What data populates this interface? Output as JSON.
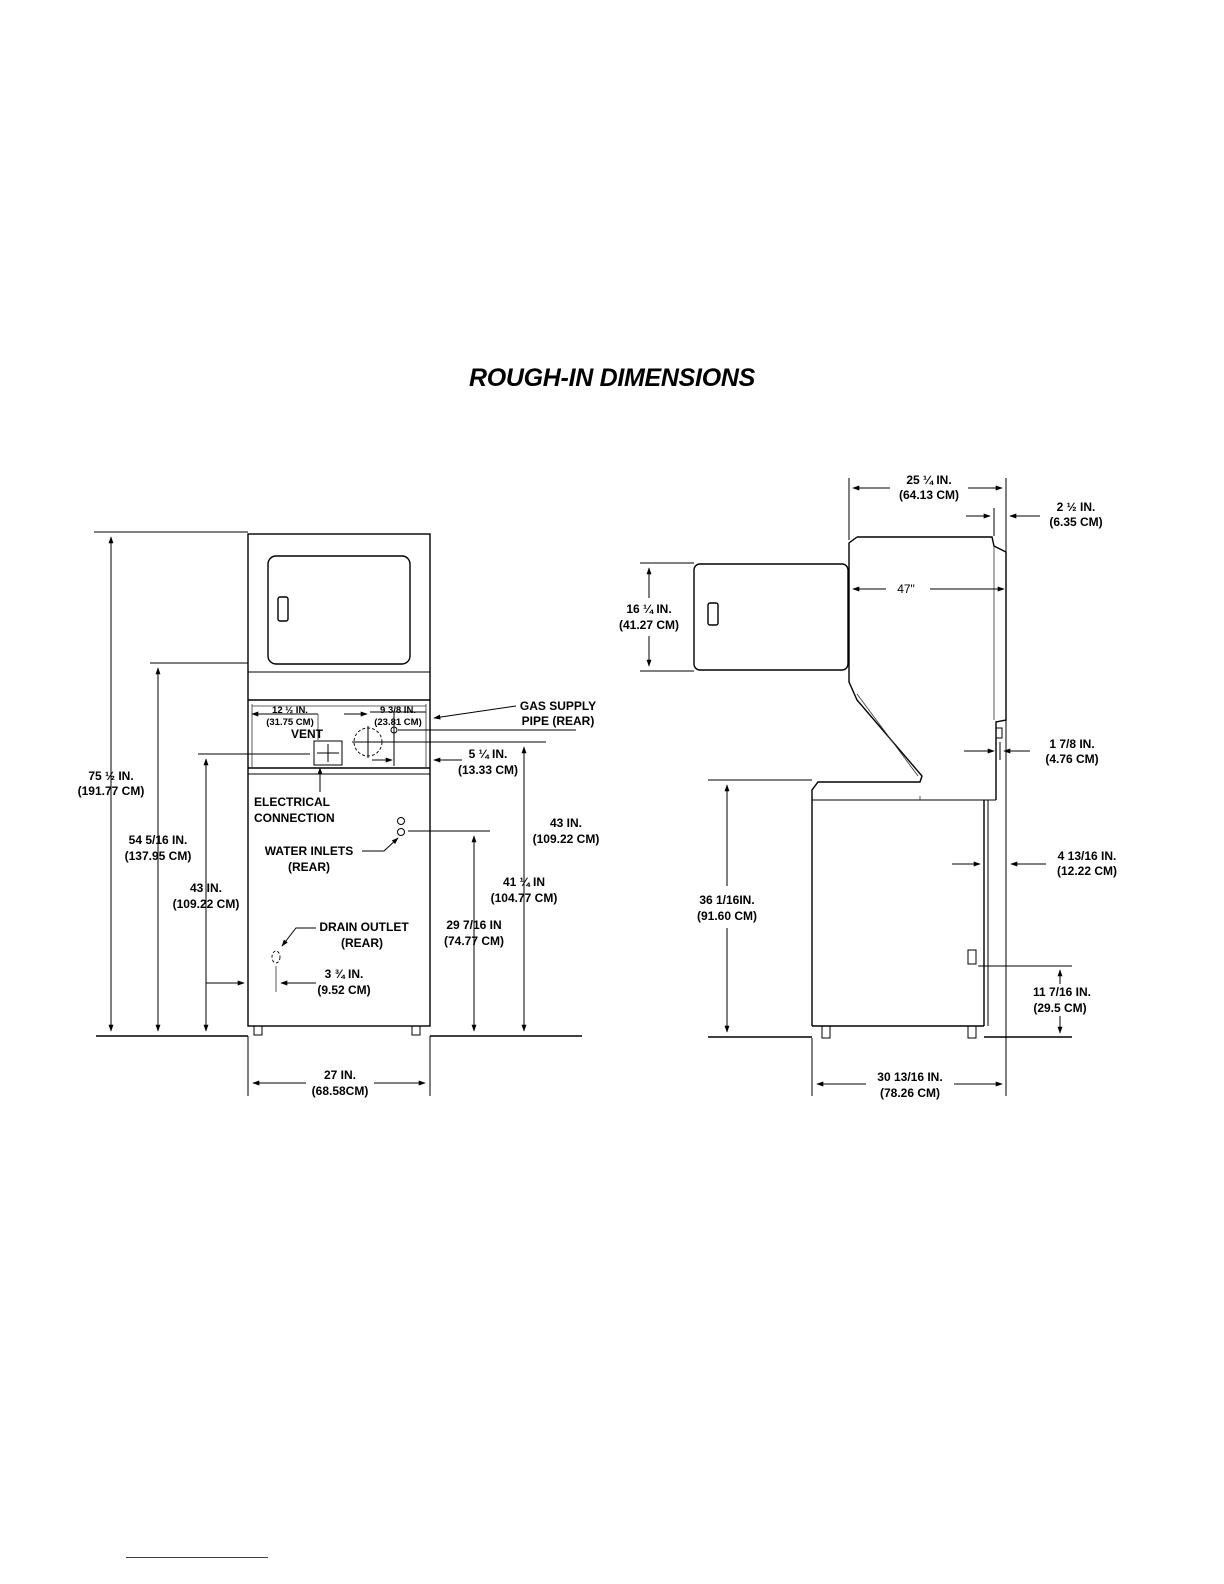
{
  "title": "ROUGH-IN DIMENSIONS",
  "front_view": {
    "overall_height": {
      "in": "75 ½ IN.",
      "cm": "(191.77 CM)"
    },
    "washer_top_height": {
      "in": "54 5/16 IN.",
      "cm": "(137.95 CM)"
    },
    "left_panel_height": {
      "in": "43 IN.",
      "cm": "(109.22 CM)"
    },
    "vent_offset": {
      "in": "12 ½ IN.",
      "cm": "(31.75 CM)"
    },
    "gas_offset": {
      "in": "9 3/8 IN.",
      "cm": "(23.81 CM)"
    },
    "vent_label": "VENT",
    "gas_supply": {
      "line1": "GAS SUPPLY",
      "line2": "PIPE (REAR)"
    },
    "vent_side": {
      "in": "5 ¼ IN.",
      "cm": "(13.33 CM)"
    },
    "electrical": {
      "line1": "ELECTRICAL",
      "line2": "CONNECTION"
    },
    "right_height": {
      "in": "43 IN.",
      "cm": "(109.22 CM)"
    },
    "water_inlets": {
      "line1": "WATER INLETS",
      "line2": "(REAR)"
    },
    "vent_height": {
      "in": "41 ¼ IN",
      "cm": "(104.77 CM)"
    },
    "drain_outlet": {
      "line1": "DRAIN OUTLET",
      "line2": "(REAR)"
    },
    "inlet_height": {
      "in": "29 7/16 IN",
      "cm": "(74.77 CM)"
    },
    "drain_offset": {
      "in": "3 ¾ IN.",
      "cm": "(9.52 CM)"
    },
    "width": {
      "in": "27 IN.",
      "cm": "(68.58CM)"
    }
  },
  "side_view": {
    "depth_top": {
      "in": "25 ¼ IN.",
      "cm": "(64.13 CM)"
    },
    "rear_offset": {
      "in": "2 ½ IN.",
      "cm": "(6.35 CM)"
    },
    "door_height": {
      "in": "16 ¼ IN.",
      "cm": "(41.27 CM)"
    },
    "door_swing": "47\"",
    "mid_offset": {
      "in": "1 7/8 IN.",
      "cm": "(4.76 CM)"
    },
    "washer_height": {
      "in": "36 1/16IN.",
      "cm": "(91.60 CM)"
    },
    "lower_offset": {
      "in": "4 13/16 IN.",
      "cm": "(12.22 CM)"
    },
    "drain_height": {
      "in": "11 7/16 IN.",
      "cm": "(29.5 CM)"
    },
    "depth_bottom": {
      "in": "30 13/16 IN.",
      "cm": "(78.26 CM)"
    }
  }
}
